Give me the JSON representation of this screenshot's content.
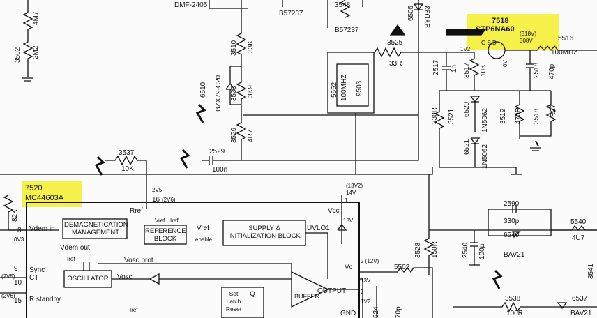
{
  "highlights": {
    "mosfet": {
      "ref": "7518",
      "part": "STP6NA60",
      "volt1": "(318V)",
      "volt2": "308V",
      "pins": "G   S   D"
    },
    "ic": {
      "ref": "7520",
      "part": "MC44603A"
    }
  },
  "components": {
    "r3502": "3502",
    "r3502v": "2M2",
    "r4m7": "4M7",
    "dmf": "DMF-2405",
    "b57237a": "B57237",
    "r3548": "3548",
    "b57237b": "B57237",
    "d6505": "6505",
    "byd33": "BYD33",
    "r3510": "3510",
    "r3510v": "33K",
    "r3530": "3530",
    "r3530v": "3K9",
    "r3529": "3529",
    "r3529v": "4R7",
    "d6510": "6510",
    "d6510v": "BZX79-C20",
    "r3525": "3525",
    "r3525v": "33R",
    "l5552": "5552",
    "l5552v": "100MHZ",
    "l9503": "9503",
    "c2517": "2517",
    "c2517v": "1n",
    "r3517": "3517",
    "r3517v": "10K",
    "v1v2": "1V2",
    "l5516": "5516",
    "l5516v": "100MHZ",
    "c2518": "2518",
    "c2518v": "470p",
    "v0v": "0V",
    "d6520": "6520",
    "d6520v": "1N5062",
    "d6521": "6521",
    "d6521v": "1N5062",
    "r3519": "3519",
    "r3519v": "470R",
    "r3518": "3518",
    "r3518v": "R27",
    "r3521": "3521",
    "r3521v": "330R",
    "r3537": "3537",
    "r3537v": "10K",
    "c2529": "2529",
    "c2529v": "100n",
    "r82k": "82K",
    "p2v5": "2V5",
    "p16": "16",
    "p2v6": "(2V6)",
    "rref": "Rref",
    "p13v2": "(13V2)",
    "p14v": "14V",
    "p1": "1",
    "vcc": "Vcc",
    "p18v": "18V",
    "vc": "Vc",
    "p12v": "2 (12V)",
    "p13v": "13V",
    "p1v2": "1V2",
    "p3": "3",
    "output": "OUTPUT",
    "gnd": "GND",
    "l5502": "5502",
    "r3528": "3528",
    "r3528v": "150R",
    "c2540": "2540",
    "c2540v": "100µ",
    "c2590": "2590",
    "c2590v": "330p",
    "d6540": "6540",
    "d6540v": "BAV21",
    "l5540": "5540",
    "l5540v": "4U7",
    "r3538": "3538",
    "r3538v": "100R",
    "d6537": "6537",
    "d6537v": "BAV21",
    "c524": "524",
    "c70p": "70p",
    "p3541": "3541",
    "p8": "8",
    "p0v3": "0V3",
    "vdem": "Vdem in",
    "vdemout": "Vdem out",
    "iref1": "Iref",
    "vosc": "Vosc",
    "voscprot": "Vosc prot",
    "p9": "9",
    "p2v5b": "(2V5)",
    "p10": "10",
    "p2v6b": "(2V6)",
    "p15": "15",
    "sync": "Sync",
    "ct": "CT",
    "rstandby": "R standby",
    "iref2": "Iref",
    "vrefin": "Vref",
    "irefin": "Iref",
    "vref2": "Vref",
    "enable": "enable",
    "uvlo": "UVLO1"
  },
  "blocks": {
    "demag": "DEMAGNETICATION MANAGEMENT",
    "refblock": "REFERENCE BLOCK",
    "supply": "SUPPLY & INITIALIZATION BLOCK",
    "osc": "OSCILLATOR",
    "buffer": "BUFFER",
    "latch": "Set Latch Reset",
    "q": "Q"
  },
  "colors": {
    "highlight": "#f6f14a",
    "ink": "#111111"
  }
}
